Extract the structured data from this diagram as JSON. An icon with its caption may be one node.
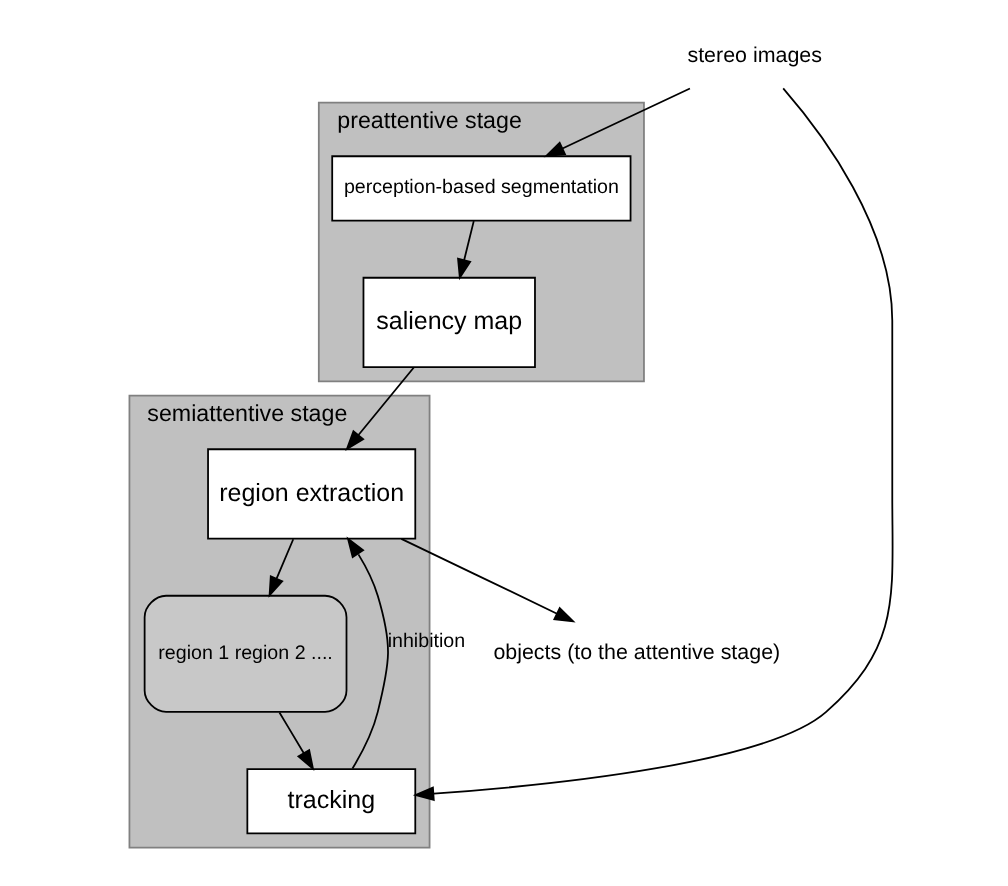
{
  "diagram": {
    "nodes": [
      {
        "text": [
          "preattentive stage"
        ]
      },
      {
        "text": [
          "perception-based segmentation"
        ],
        "in": 0
      },
      {
        "text": [
          "saliency map"
        ],
        "in": 0
      },
      {
        "text": [
          "semiattentive stage"
        ]
      },
      {
        "text": [
          "region extraction"
        ],
        "in": 3
      },
      {
        "text": [
          "region 1 region 2 ...."
        ],
        "in": 3
      },
      {
        "text": [
          "tracking"
        ],
        "in": 3
      },
      {
        "text": [
          "stereo images"
        ]
      },
      {
        "text": [
          "objects (to the attentive stage)"
        ]
      }
    ],
    "edges": [
      {
        "from": 7,
        "to": 1,
        "arrow": "to"
      },
      {
        "from": 7,
        "to": 6,
        "arrow": "to"
      },
      {
        "from": 1,
        "to": 2,
        "arrow": "to"
      },
      {
        "from": 2,
        "to": 4,
        "arrow": "to"
      },
      {
        "from": 4,
        "to": 5,
        "arrow": "to"
      },
      {
        "from": 5,
        "to": 6,
        "arrow": "to"
      },
      {
        "from": 6,
        "to": 4,
        "label": "inhibition",
        "arrow": "to"
      },
      {
        "from": 4,
        "to": 8,
        "arrow": "to"
      }
    ]
  }
}
